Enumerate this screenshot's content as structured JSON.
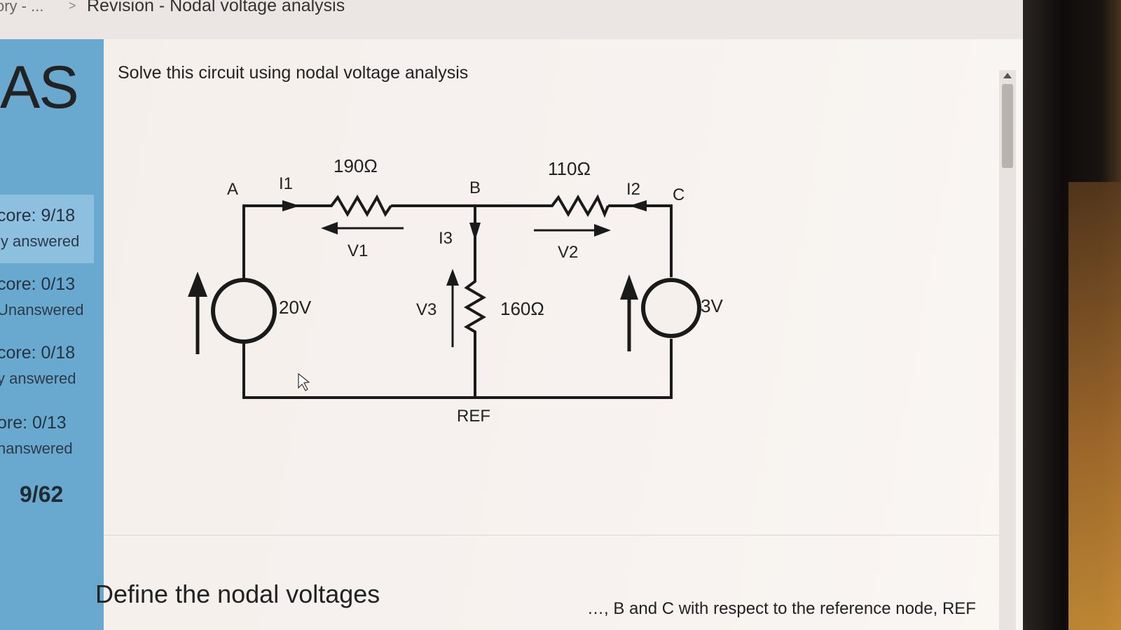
{
  "breadcrumb": {
    "prev": "ory - ...",
    "separator": ">",
    "current": "Revision - Nodal voltage analysis"
  },
  "sidebar": {
    "title": "AS",
    "items": [
      {
        "score": "core: 9/18",
        "status": "ly answered",
        "active": true
      },
      {
        "score": "core: 0/13",
        "status": "Unanswered",
        "active": false
      },
      {
        "score": "core: 0/18",
        "status": "y answered",
        "active": false
      },
      {
        "score": "ore: 0/13",
        "status": "nanswered",
        "active": false
      }
    ],
    "total": "9/62"
  },
  "question": {
    "title": "Solve this circuit using nodal voltage analysis"
  },
  "circuit": {
    "node_a": "A",
    "node_b": "B",
    "node_c": "C",
    "ref": "REF",
    "r1": "190Ω",
    "r2": "110Ω",
    "r3": "160Ω",
    "i1": "I1",
    "i2": "I2",
    "i3": "I3",
    "v1": "V1",
    "v2": "V2",
    "v3": "V3",
    "source_left": "20V",
    "source_right": "3V"
  },
  "section": {
    "title": "Define the nodal voltages",
    "text": "…, B and C with respect to the reference node, REF"
  },
  "colors": {
    "sidebar": "#6aa9cf",
    "sidebar_active": "#8dbfde",
    "background": "#f5efec"
  }
}
